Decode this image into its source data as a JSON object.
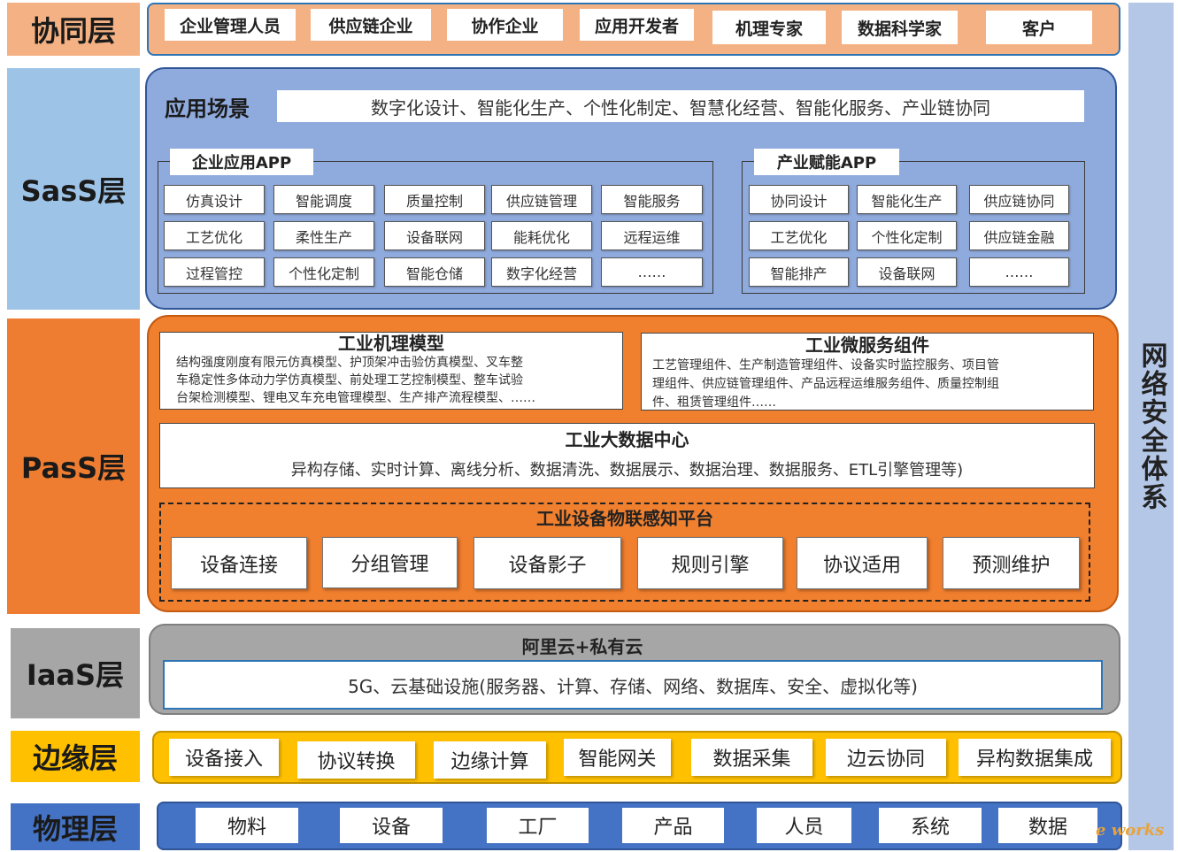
{
  "layers": {
    "collab": "协同层",
    "saas": "SasS层",
    "paas": "PasS层",
    "iaas": "IaaS层",
    "edge": "边缘层",
    "physical": "物理层"
  },
  "collab_items": [
    "企业管理人员",
    "供应链企业",
    "协作企业",
    "应用开发者",
    "机理专家",
    "数据科学家",
    "客户"
  ],
  "saas": {
    "scene_title": "应用场景",
    "scene_text": "数字化设计、智能化生产、个性化制定、智慧化经营、智能化服务、产业链协同",
    "enterprise_title": "企业应用APP",
    "enterprise_items": [
      [
        "仿真设计",
        "智能调度",
        "质量控制",
        "供应链管理",
        "智能服务"
      ],
      [
        "工艺优化",
        "柔性生产",
        "设备联网",
        "能耗优化",
        "远程运维"
      ],
      [
        "过程管控",
        "个性化定制",
        "智能仓储",
        "数字化经营",
        "……"
      ]
    ],
    "industry_title": "产业赋能APP",
    "industry_items": [
      [
        "协同设计",
        "智能化生产",
        "供应链协同"
      ],
      [
        "工艺优化",
        "个性化定制",
        "供应链金融"
      ],
      [
        "智能排产",
        "设备联网",
        "……"
      ]
    ]
  },
  "paas": {
    "model_title": "工业机理模型",
    "model_lines": [
      "结构强度刚度有限元仿真模型、护顶架冲击验仿真模型、叉车整",
      "车稳定性多体动力学仿真模型、前处理工艺控制模型、整车试验",
      "台架检测模型、锂电叉车充电管理模型、生产排产流程模型、……"
    ],
    "micro_title": "工业微服务组件",
    "micro_lines": [
      "工艺管理组件、生产制造管理组件、设备实时监控服务、项目管",
      "理组件、供应链管理组件、产品远程运维服务组件、质量控制组",
      "件、租赁管理组件……"
    ],
    "bigdata_title": "工业大数据中心",
    "bigdata_text": "异构存储、实时计算、离线分析、数据清洗、数据展示、数据治理、数据服务、ETL引擎管理等)",
    "iot_title": "工业设备物联感知平台",
    "iot_items": [
      "设备连接",
      "分组管理",
      "设备影子",
      "规则引擎",
      "协议适用",
      "预测维护"
    ]
  },
  "iaas": {
    "title": "阿里云+私有云",
    "text": "5G、云基础设施(服务器、计算、存储、网络、数据库、安全、虚拟化等)"
  },
  "edge_items": [
    "设备接入",
    "协议转换",
    "边缘计算",
    "智能网关",
    "数据采集",
    "边云协同",
    "异构数据集成"
  ],
  "physical_items": [
    "物料",
    "设备",
    "工厂",
    "产品",
    "人员",
    "系统",
    "数据"
  ],
  "security": "网络安全体系",
  "watermark": "e works",
  "colors": {
    "collab": "#f4b183",
    "saas": "#9dc3e6",
    "saas_panel": "#8faadc",
    "paas": "#f07f2e",
    "iaas": "#a6a6a6",
    "edge": "#ffc000",
    "physical": "#4472c4",
    "security": "#b4c7e7"
  }
}
